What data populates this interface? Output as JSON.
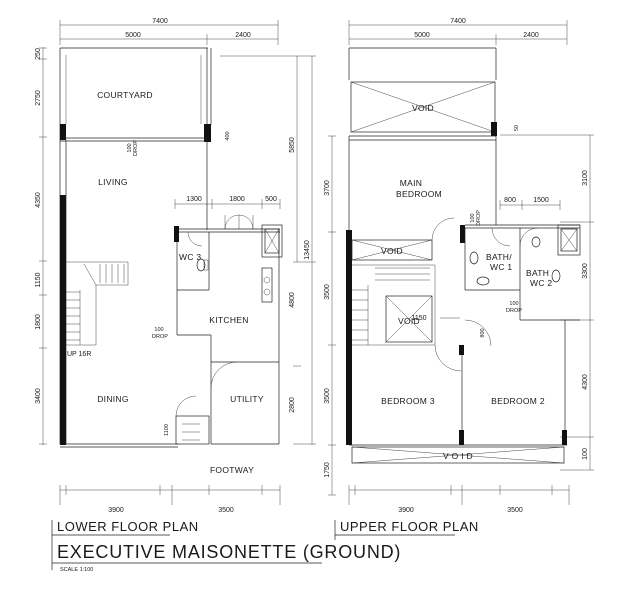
{
  "lower": {
    "rooms": {
      "courtyard": "COURTYARD",
      "living": "LIVING",
      "wc3": "WC 3",
      "kitchen": "KITCHEN",
      "dining": "DINING",
      "utility": "UTILITY",
      "footway": "FOOTWAY",
      "up": "UP 16R"
    },
    "drop1": "100",
    "drop1b": "DROP",
    "drop2": "100",
    "drop2b": "DROP",
    "top_total": "7400",
    "top_a": "5000",
    "top_b": "2400",
    "bot_a": "3900",
    "bot_b": "3500",
    "left": [
      "250",
      "2750",
      "4350",
      "1150",
      "1800",
      "3400"
    ],
    "right": [
      "5850",
      "13450",
      "4800",
      "2800"
    ],
    "inner_1300": "1300",
    "inner_1800": "1800",
    "inner_500": "500",
    "inner_1100": "1100",
    "inner_400": "400"
  },
  "upper": {
    "rooms": {
      "void_top": "VOID",
      "main_bedroom_1": "MAIN",
      "main_bedroom_2": "BEDROOM",
      "void_mid": "VOID",
      "void_stair": "VOID",
      "bath1a": "BATH/",
      "bath1b": "WC 1",
      "bath2a": "BATH",
      "bath2b": "WC 2",
      "bedroom3": "BEDROOM 3",
      "bedroom2": "BEDROOM 2",
      "void_bottom": "V O I D"
    },
    "drop1": "100",
    "drop1b": "DROP",
    "drop2": "100",
    "drop2b": "DROP",
    "top_total": "7400",
    "top_a": "5000",
    "top_b": "2400",
    "bot_a": "3900",
    "bot_b": "3500",
    "left": [
      "3700",
      "3500",
      "3500",
      "1750"
    ],
    "right": [
      "3100",
      "3300",
      "4300",
      "100"
    ],
    "inner_800": "800",
    "inner_1500": "1500",
    "inner_1150": "1150",
    "inner_800b": "800",
    "inner_50": "50"
  },
  "titles": {
    "lower_plan": "LOWER FLOOR PLAN",
    "upper_plan": "UPPER FLOOR PLAN",
    "main": "EXECUTIVE MAISONETTE (GROUND)",
    "scale": "SCALE 1:100"
  }
}
